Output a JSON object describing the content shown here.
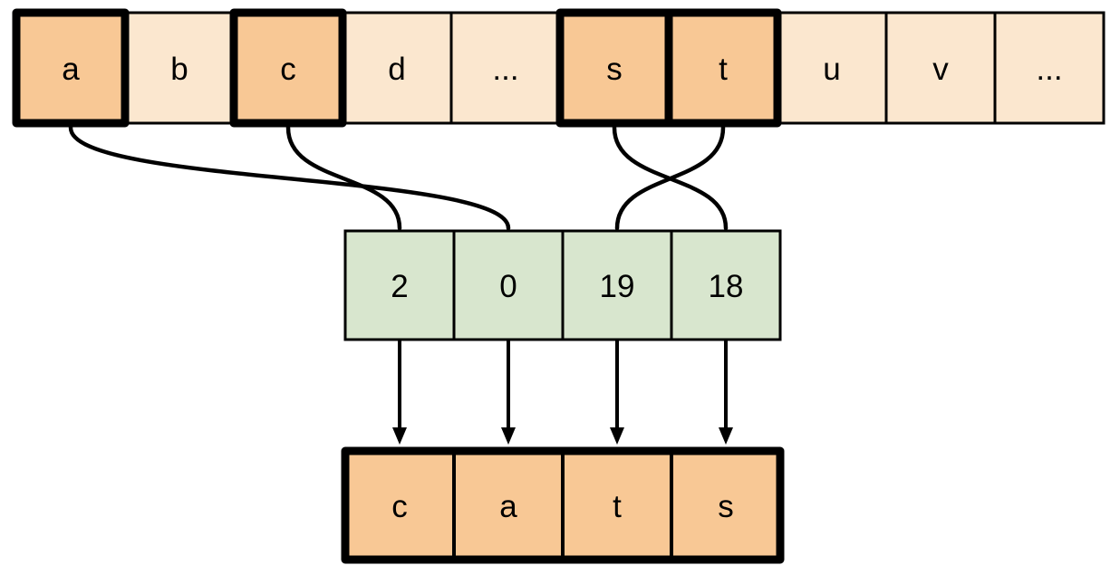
{
  "colors": {
    "cell_light": "#FBE7CF",
    "cell_highlight": "#F8C895",
    "cell_green": "#D8E6CE",
    "stroke": "#000000",
    "background": "#FFFFFF"
  },
  "alphabet_row": {
    "cells": [
      {
        "label": "a",
        "highlighted": true
      },
      {
        "label": "b",
        "highlighted": false
      },
      {
        "label": "c",
        "highlighted": true
      },
      {
        "label": "d",
        "highlighted": false
      },
      {
        "label": "...",
        "highlighted": false
      },
      {
        "label": "s",
        "highlighted": true
      },
      {
        "label": "t",
        "highlighted": true
      },
      {
        "label": "u",
        "highlighted": false
      },
      {
        "label": "v",
        "highlighted": false
      },
      {
        "label": "...",
        "highlighted": false
      }
    ]
  },
  "index_row": {
    "cells": [
      {
        "label": "2"
      },
      {
        "label": "0"
      },
      {
        "label": "19"
      },
      {
        "label": "18"
      }
    ]
  },
  "result_row": {
    "cells": [
      {
        "label": "c"
      },
      {
        "label": "a"
      },
      {
        "label": "t"
      },
      {
        "label": "s"
      }
    ]
  },
  "connections": [
    {
      "from": "a",
      "to": "0"
    },
    {
      "from": "c",
      "to": "2"
    },
    {
      "from": "s",
      "to": "18"
    },
    {
      "from": "t",
      "to": "19"
    }
  ]
}
